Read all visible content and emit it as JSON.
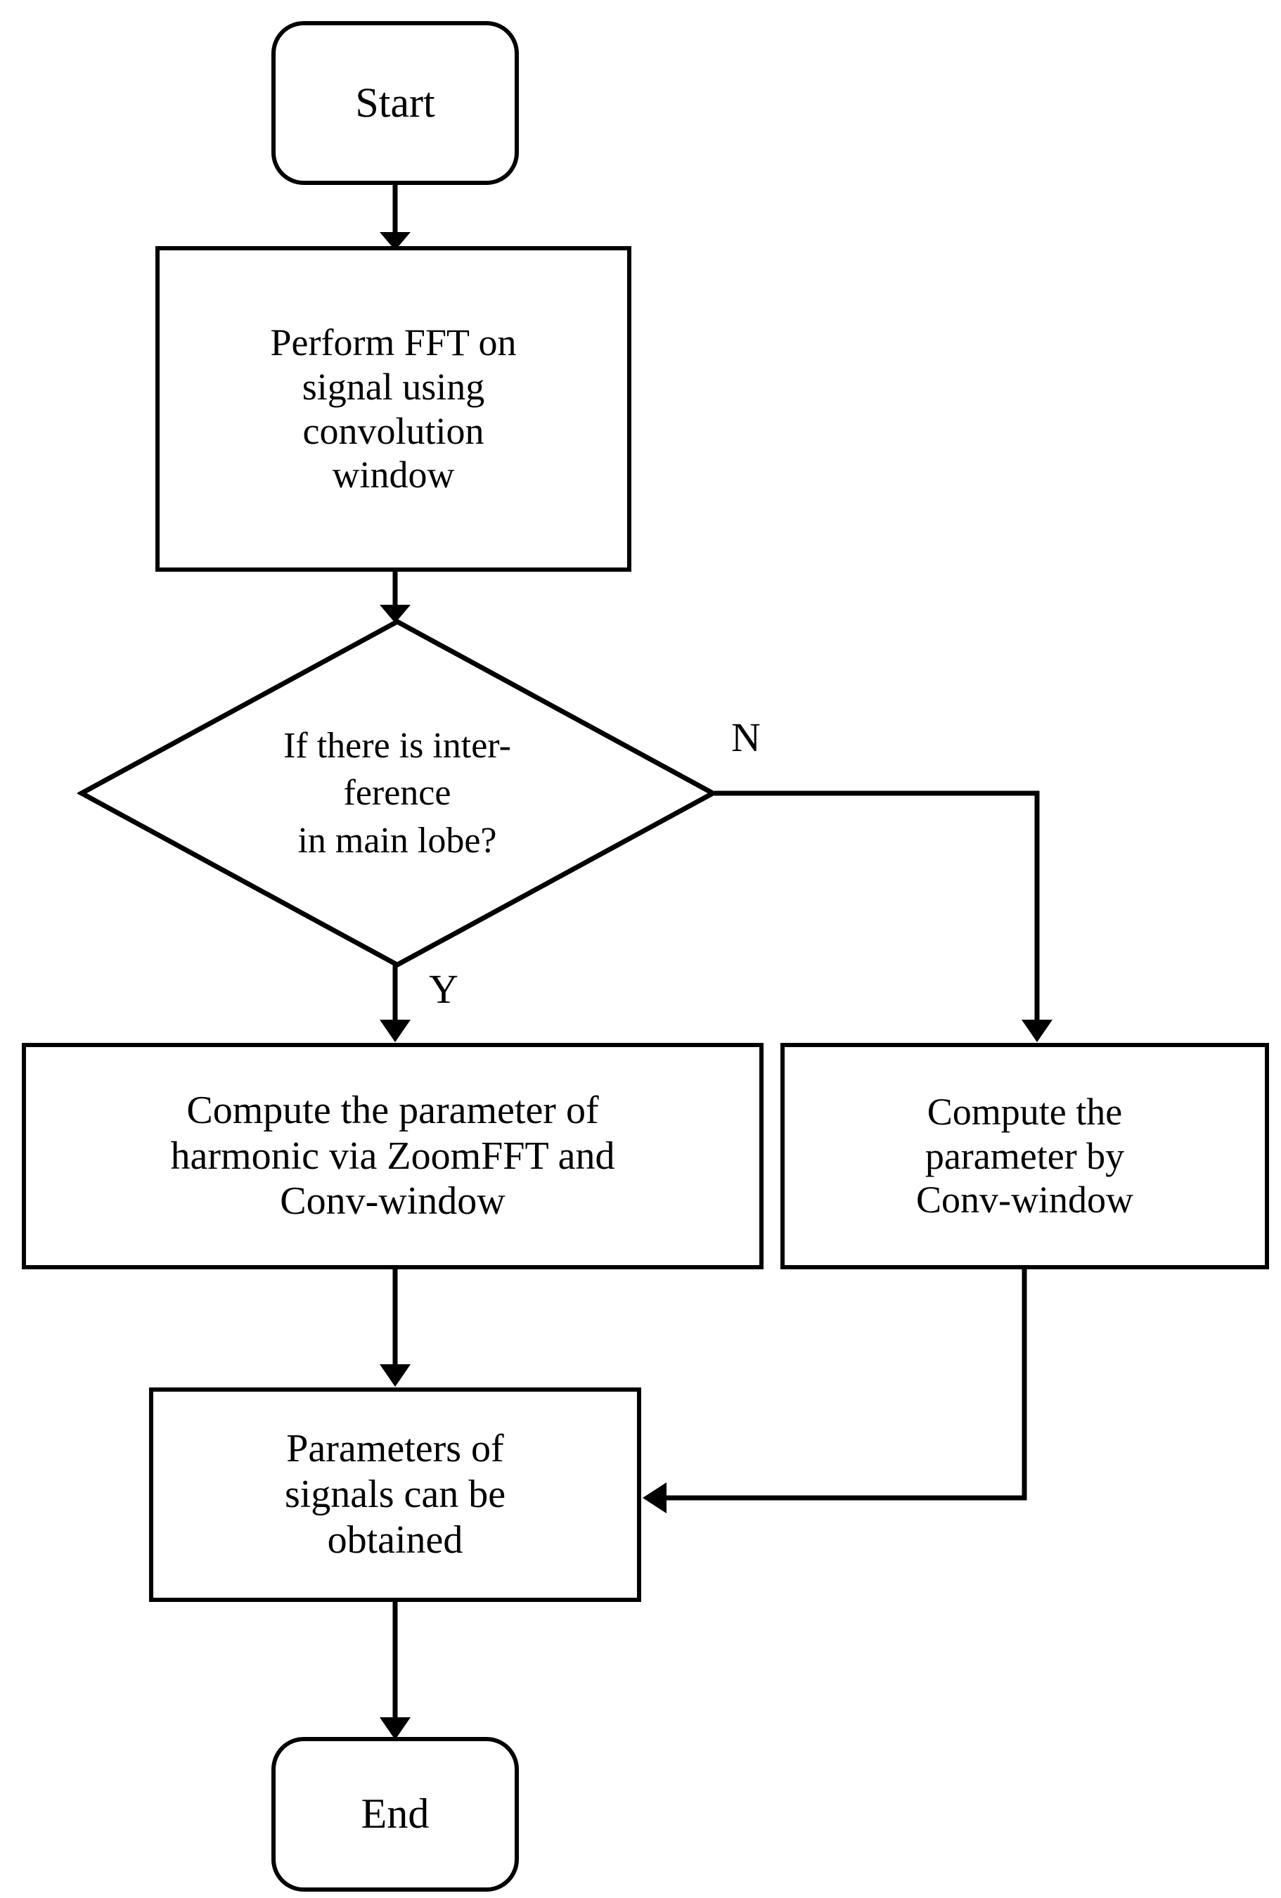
{
  "diagram": {
    "type": "flowchart",
    "orientation": "top-to-bottom",
    "stroke_color": "#000000",
    "fill_color": "#ffffff",
    "background": "#ffffff"
  },
  "nodes": {
    "start": {
      "label": "Start",
      "shape": "terminator"
    },
    "fft": {
      "label": "Perform FFT on\nsignal using\nconvolution\nwindow",
      "shape": "process"
    },
    "decision": {
      "label": "If there is inter-\nference\nin main lobe?",
      "shape": "decision"
    },
    "zoomfft": {
      "label": "Compute the parameter of\nharmonic via ZoomFFT and\nConv-window",
      "shape": "process"
    },
    "convwindow": {
      "label": "Compute the\nparameter by\nConv-window",
      "shape": "process"
    },
    "params": {
      "label": "Parameters of\nsignals can be\nobtained",
      "shape": "process"
    },
    "end": {
      "label": "End",
      "shape": "terminator"
    }
  },
  "edges": {
    "yes_label": "Y",
    "no_label": "N"
  }
}
